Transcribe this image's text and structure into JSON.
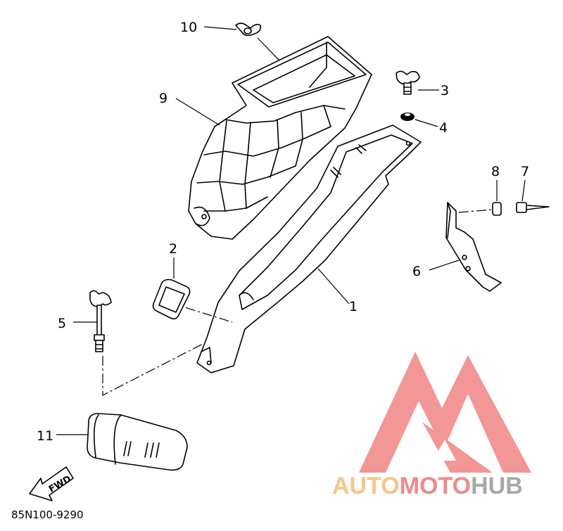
{
  "diagram": {
    "code": "85N100-9290",
    "fwd_label": "FWD",
    "callouts": {
      "c1": "1",
      "c2": "2",
      "c3": "3",
      "c4": "4",
      "c5": "5",
      "c6": "6",
      "c7": "7",
      "c8": "8",
      "c9": "9",
      "c10": "10",
      "c11": "11"
    }
  },
  "watermark": {
    "part1": "AUTO",
    "part2": "MOTO",
    "part3": "HUB",
    "colors": {
      "auto": "#f5c58a",
      "moto": "#f08a8a",
      "hub": "#a8a8a8",
      "logo": "#f28b8b"
    }
  }
}
